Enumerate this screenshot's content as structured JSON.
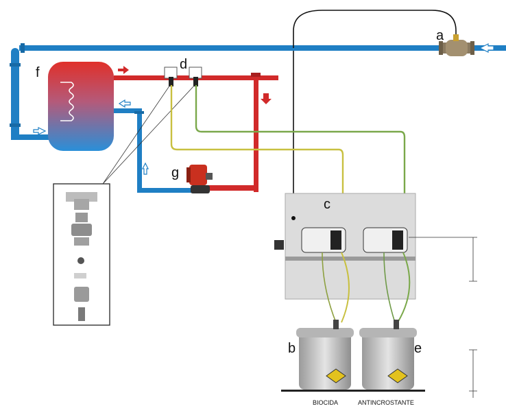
{
  "labels": {
    "a": "a",
    "b": "b",
    "c": "c",
    "d": "d",
    "e": "e",
    "f": "f",
    "g": "g"
  },
  "tanks": {
    "left": "BIOCIDA",
    "right": "ANTINCROSTANTE"
  },
  "colors": {
    "cold_pipe": "#1f7fc4",
    "hot_pipe": "#d12a2a",
    "yellow_line": "#c8c040",
    "green_line": "#7aa84a",
    "panel": "#dcdcdc",
    "tank_body": "#c9c9c9"
  },
  "icons": {
    "flow_arrow_hot": "arrow-right-red-icon",
    "flow_arrow_cold": "arrow-left-blue-icon",
    "pump": "circulation-pump-icon",
    "valve": "inlet-valve-icon"
  }
}
